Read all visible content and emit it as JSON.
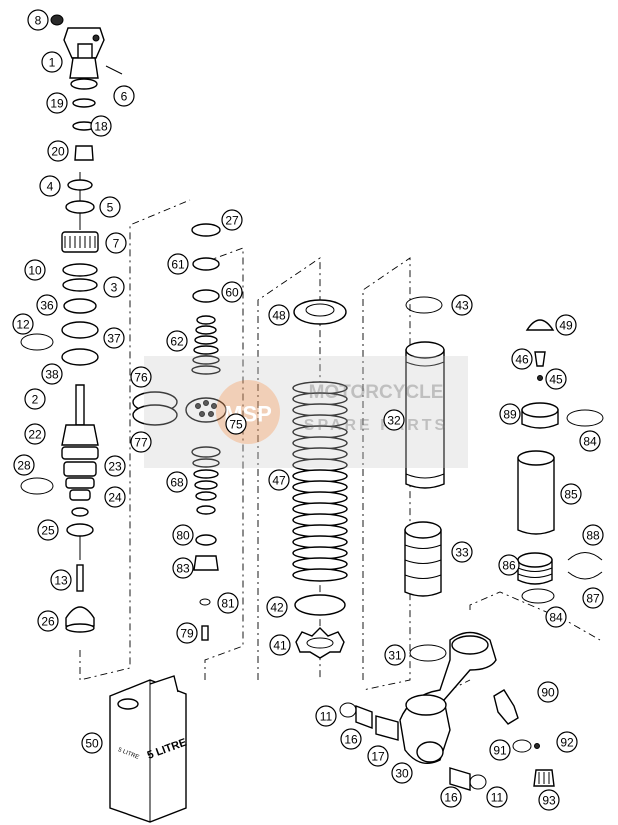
{
  "diagram": {
    "callouts": [
      {
        "id": "c8",
        "label": "8"
      },
      {
        "id": "c1",
        "label": "1"
      },
      {
        "id": "c6",
        "label": "6"
      },
      {
        "id": "c19",
        "label": "19"
      },
      {
        "id": "c18",
        "label": "18"
      },
      {
        "id": "c20",
        "label": "20"
      },
      {
        "id": "c4",
        "label": "4"
      },
      {
        "id": "c5",
        "label": "5"
      },
      {
        "id": "c7",
        "label": "7"
      },
      {
        "id": "c10",
        "label": "10"
      },
      {
        "id": "c3",
        "label": "3"
      },
      {
        "id": "c36",
        "label": "36"
      },
      {
        "id": "c12",
        "label": "12"
      },
      {
        "id": "c37",
        "label": "37"
      },
      {
        "id": "c38",
        "label": "38"
      },
      {
        "id": "c2",
        "label": "2"
      },
      {
        "id": "c22",
        "label": "22"
      },
      {
        "id": "c28",
        "label": "28"
      },
      {
        "id": "c23",
        "label": "23"
      },
      {
        "id": "c24",
        "label": "24"
      },
      {
        "id": "c25",
        "label": "25"
      },
      {
        "id": "c13",
        "label": "13"
      },
      {
        "id": "c26",
        "label": "26"
      },
      {
        "id": "c27",
        "label": "27"
      },
      {
        "id": "c61",
        "label": "61"
      },
      {
        "id": "c60",
        "label": "60"
      },
      {
        "id": "c62",
        "label": "62"
      },
      {
        "id": "c76",
        "label": "76"
      },
      {
        "id": "c75",
        "label": "75"
      },
      {
        "id": "c77",
        "label": "77"
      },
      {
        "id": "c68",
        "label": "68"
      },
      {
        "id": "c80",
        "label": "80"
      },
      {
        "id": "c83",
        "label": "83"
      },
      {
        "id": "c81",
        "label": "81"
      },
      {
        "id": "c79",
        "label": "79"
      },
      {
        "id": "c48",
        "label": "48"
      },
      {
        "id": "c47",
        "label": "47"
      },
      {
        "id": "c42",
        "label": "42"
      },
      {
        "id": "c41",
        "label": "41"
      },
      {
        "id": "c43",
        "label": "43"
      },
      {
        "id": "c32",
        "label": "32"
      },
      {
        "id": "c33",
        "label": "33"
      },
      {
        "id": "c31",
        "label": "31"
      },
      {
        "id": "c49",
        "label": "49"
      },
      {
        "id": "c46",
        "label": "46"
      },
      {
        "id": "c45",
        "label": "45"
      },
      {
        "id": "c89",
        "label": "89"
      },
      {
        "id": "c84a",
        "label": "84"
      },
      {
        "id": "c85",
        "label": "85"
      },
      {
        "id": "c88",
        "label": "88"
      },
      {
        "id": "c86",
        "label": "86"
      },
      {
        "id": "c87",
        "label": "87"
      },
      {
        "id": "c84b",
        "label": "84"
      },
      {
        "id": "c90",
        "label": "90"
      },
      {
        "id": "c91",
        "label": "91"
      },
      {
        "id": "c92",
        "label": "92"
      },
      {
        "id": "c93",
        "label": "93"
      },
      {
        "id": "c11a",
        "label": "11"
      },
      {
        "id": "c16a",
        "label": "16"
      },
      {
        "id": "c17",
        "label": "17"
      },
      {
        "id": "c30",
        "label": "30"
      },
      {
        "id": "c16b",
        "label": "16"
      },
      {
        "id": "c11b",
        "label": "11"
      },
      {
        "id": "c50",
        "label": "50"
      }
    ],
    "oil_can_label": "5 LITRE",
    "oil_can_side_label": "5 LITRE"
  },
  "watermark": {
    "line1": "MOTORCYCLE",
    "line2": "SPARE PARTS",
    "logo_letters": "MSP"
  },
  "colors": {
    "watermark_orange": "#e8823a",
    "watermark_gray": "#8c8c8c",
    "line": "#000000"
  }
}
